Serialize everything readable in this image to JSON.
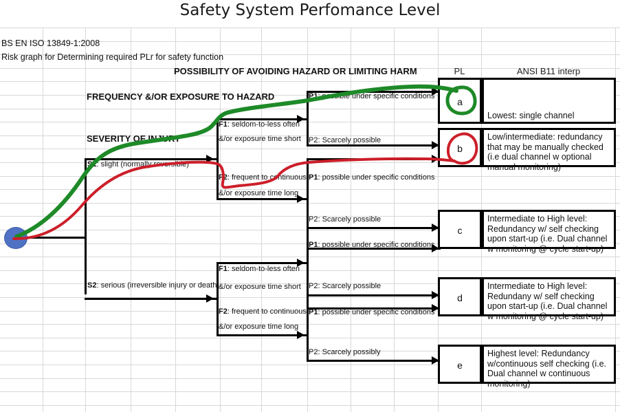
{
  "title": "Safety System Perfomance Level",
  "standard": {
    "line1": "BS EN ISO 13849-1:2008",
    "line2": "Risk graph for Determining required PLr for safety function"
  },
  "headers": {
    "possibility": "POSSIBILITY OF AVOIDING HAZARD OR LIMITING HARM",
    "frequency": "FREQUENCY &/OR EXPOSURE TO HAZARD",
    "severity": "SEVERITY OF INJURY",
    "pl": "PL",
    "ansi": "ANSI B11 interp"
  },
  "severity": {
    "s1_key": "S1",
    "s1_text": ": slight (normally reversible)",
    "s2_key": "S2",
    "s2_text": ": serious (irreversible injury or death)"
  },
  "frequency_branches": [
    {
      "key": "F1",
      "text": ": seldom-to-less often",
      "sub": "&/or exposure time short"
    },
    {
      "key": "F2",
      "text": ": frequent to continuous",
      "sub": "&/or exposure time long"
    },
    {
      "key": "F1",
      "text": ": seldom-to-less often",
      "sub": "&/or exposure time short"
    },
    {
      "key": "F2",
      "text": ": frequent to continuous",
      "sub": "&/or exposure time long"
    }
  ],
  "possibility_branches": [
    {
      "key": "P1",
      "text": ": possible under specific conditions",
      "bold": true
    },
    {
      "key": "P2: Scarcely possible",
      "text": "",
      "bold": false
    },
    {
      "key": "P1",
      "text": ": possible under specific conditions",
      "bold": true
    },
    {
      "key": "P2: Scarcely possible",
      "text": "",
      "bold": false
    },
    {
      "key": "P1",
      "text": ": possible under specific conditions",
      "bold": true
    },
    {
      "key": "P2: Scarcely possible",
      "text": "",
      "bold": false
    },
    {
      "key": "P1",
      "text": ": possible under specific conditions",
      "bold": true
    },
    {
      "key": "P2: Scarcely possibly",
      "text": "",
      "bold": false
    }
  ],
  "performance_levels": [
    {
      "letter": "a",
      "ansi": "Lowest: single channel",
      "align": "bottom",
      "circled": "green"
    },
    {
      "letter": "b",
      "ansi": "Low/intermediate: redundancy that may be manually checked (i.e dual channel w optional manual monitoring)",
      "align": "top",
      "circled": "red"
    },
    {
      "letter": "c",
      "ansi": "Intermediate to High level: Redundancy w/ self checking upon start-up (i.e. Dual channel w monitoring @ cycle start-up)",
      "align": "top",
      "circled": "none"
    },
    {
      "letter": "d",
      "ansi": "Intermediate to High level: Redundany w/ self checking upon start-up (i.e. Dual channel w monitoring @ cycle start-up)",
      "align": "top",
      "circled": "none"
    },
    {
      "letter": "e",
      "ansi": "Highest level: Redundancy w/continuous self checking (i.e. Dual channel w continuous monitoring)",
      "align": "top",
      "circled": "none"
    }
  ],
  "colors": {
    "green_path": "#1e8a28",
    "red_path": "#cc1f2a",
    "start_node": "#4f72c4",
    "grid_line": "#d8d8d8",
    "box_border": "#000000"
  },
  "paths": {
    "green_label": "green-highlight-path",
    "red_label": "red-highlight-path"
  }
}
